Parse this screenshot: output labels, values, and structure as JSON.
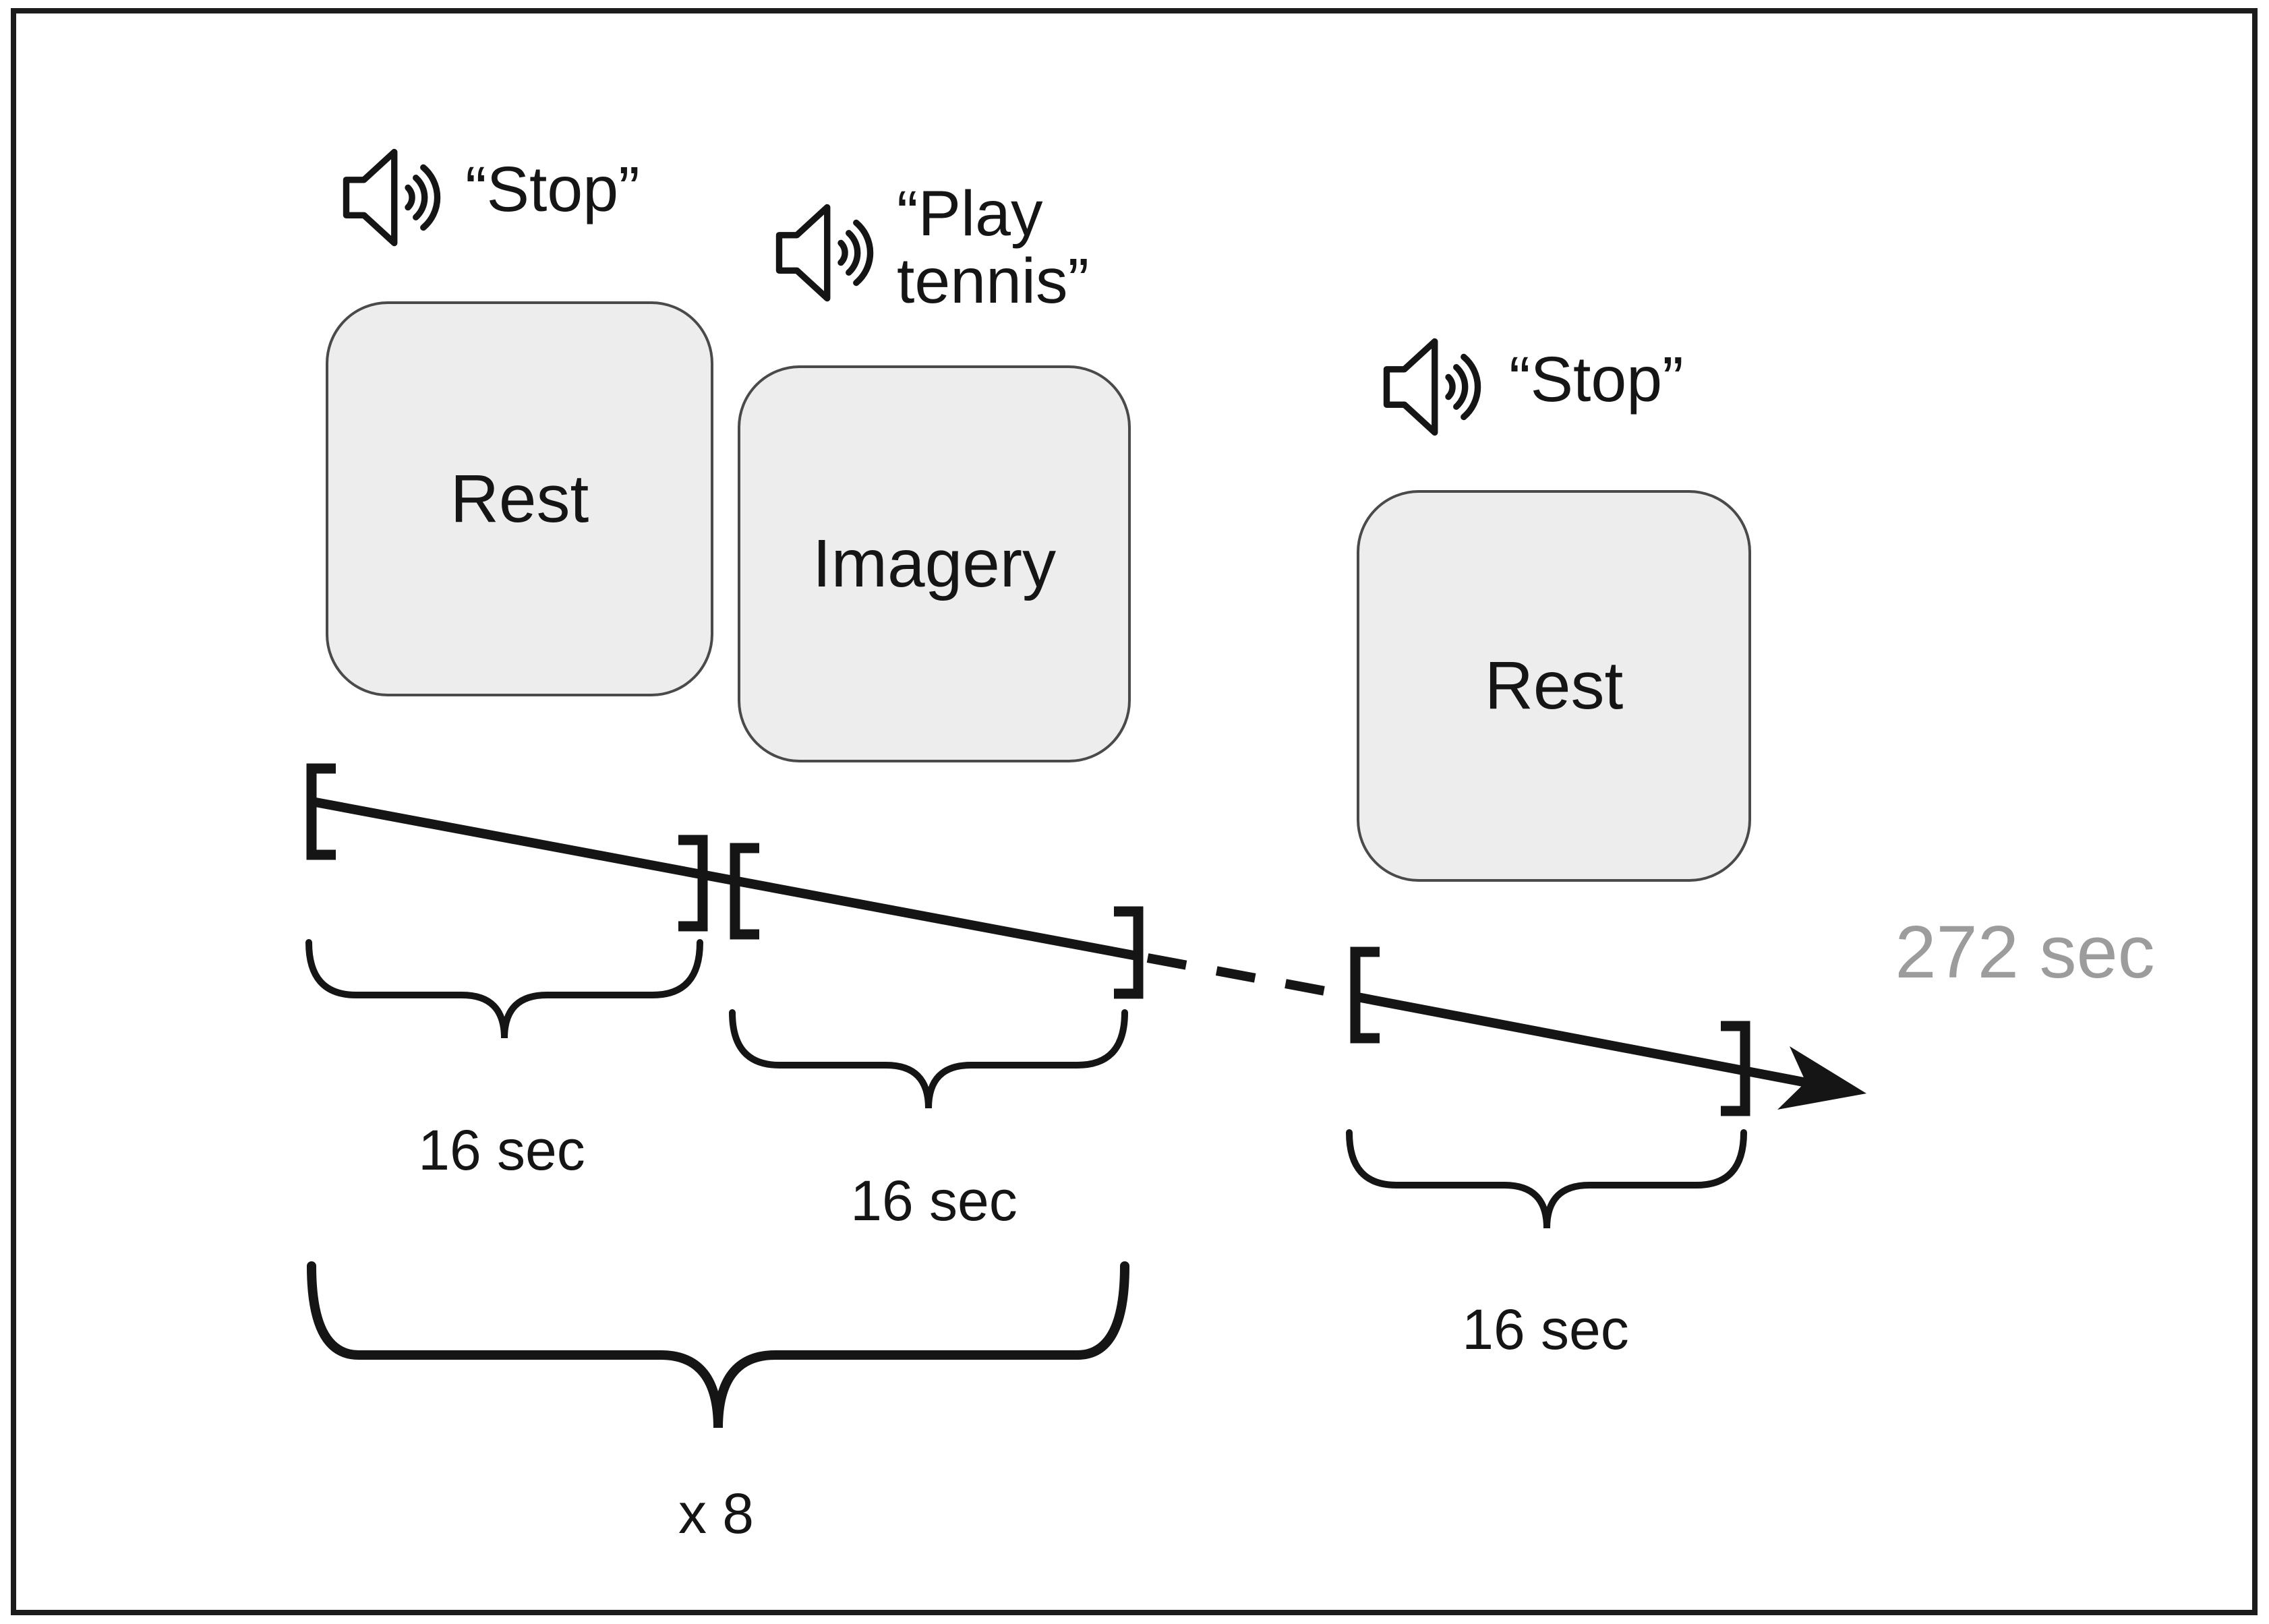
{
  "colors": {
    "ink": "#151515",
    "box_fill": "#ededed",
    "box_border": "#4a4a4a",
    "muted": "#9c9c9c",
    "frame": "#1c1c1c"
  },
  "cues": [
    {
      "text": "“Stop”"
    },
    {
      "lines": [
        "“Play",
        "tennis”"
      ]
    },
    {
      "text": "“Stop”"
    }
  ],
  "boxes": [
    {
      "label": "Rest"
    },
    {
      "label": "Imagery"
    },
    {
      "label": "Rest"
    }
  ],
  "durations": [
    "16 sec",
    "16 sec",
    "16 sec"
  ],
  "repeat_label": "x 8",
  "total_label": "272 sec"
}
